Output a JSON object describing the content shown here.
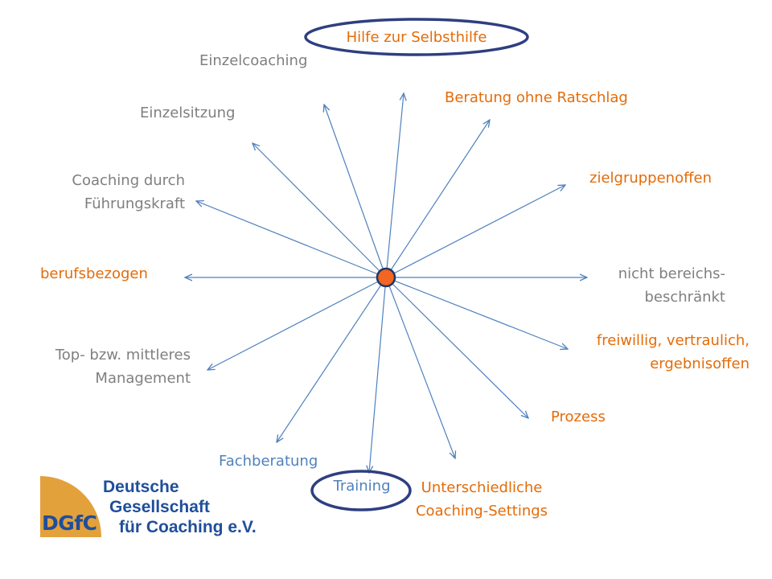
{
  "diagram": {
    "center": "",
    "labels": {
      "hilfe": "Hilfe zur Selbsthilfe",
      "beratung": "Beratung ohne Ratschlag",
      "zielgruppen": "zielgruppenoffen",
      "nicht_bereichs": [
        "nicht bereichs-",
        "beschränkt"
      ],
      "freiwillig": [
        "freiwillig, vertraulich,",
        "ergebnisoffen"
      ],
      "prozess": "Prozess",
      "unterschiedliche": [
        "Unterschiedliche",
        "Coaching-Settings"
      ],
      "training": "Training",
      "fachberatung": "Fachberatung",
      "management": [
        "Top- bzw. mittleres",
        "Management"
      ],
      "berufsbezogen": "berufsbezogen",
      "fuehrungskraft": [
        "Coaching durch",
        "Führungskraft"
      ],
      "einzelsitzung": "Einzelsitzung",
      "einzelcoaching": "Einzelcoaching"
    },
    "colors": {
      "arrow": "#4f81bd",
      "hub_fill": "#f26522",
      "hub_stroke": "#1f3864",
      "highlight_ellipse": "#2e3f80",
      "orange_text": "#e36c09",
      "gray_text": "#7f7f7f",
      "blue_text": "#4f81bd"
    }
  },
  "logo": {
    "abbr": "DGfC",
    "name_lines": [
      "Deutsche",
      "Gesellschaft",
      "für Coaching e.V."
    ],
    "colors": {
      "arc": "#e3a13b",
      "text": "#1f4e9a"
    }
  }
}
